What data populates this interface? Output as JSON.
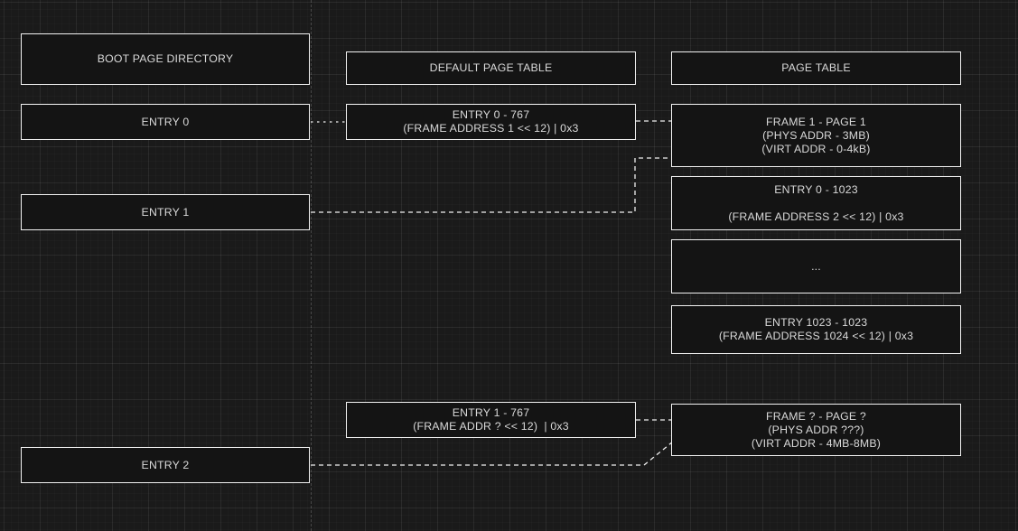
{
  "diagram": {
    "title_columns": [
      "BOOT PAGE DIRECTORY",
      "DEFAULT PAGE TABLE",
      "PAGE TABLE"
    ],
    "nodes": {
      "boot_page_directory": {
        "lines": [
          "BOOT PAGE DIRECTORY"
        ]
      },
      "entry_0": {
        "lines": [
          "ENTRY 0"
        ]
      },
      "entry_1": {
        "lines": [
          "ENTRY 1"
        ]
      },
      "entry_2": {
        "lines": [
          "ENTRY 2"
        ]
      },
      "default_page_table": {
        "lines": [
          "DEFAULT PAGE TABLE"
        ]
      },
      "default_entry_0_767": {
        "lines": [
          "ENTRY 0 - 767",
          "(FRAME ADDRESS 1 << 12) | 0x3"
        ]
      },
      "default_entry_1_767": {
        "lines": [
          "ENTRY 1 - 767",
          "(FRAME ADDR ? << 12)  | 0x3"
        ]
      },
      "page_table": {
        "lines": [
          "PAGE TABLE"
        ]
      },
      "frame_1_page_1": {
        "lines": [
          "FRAME 1 - PAGE 1",
          "(PHYS ADDR - 3MB)",
          "(VIRT ADDR - 0-4kB)"
        ]
      },
      "pt_entry_0_1023": {
        "lines": [
          "ENTRY 0 - 1023",
          "",
          "(FRAME ADDRESS 2 << 12) | 0x3"
        ]
      },
      "pt_ellipsis": {
        "lines": [
          "..."
        ]
      },
      "pt_entry_1023_1023": {
        "lines": [
          "ENTRY 1023 - 1023",
          "(FRAME ADDRESS 1024 << 12) | 0x3"
        ]
      },
      "frame_q_page_q": {
        "lines": [
          "FRAME ? - PAGE ?",
          "(PHYS ADDR ???)",
          "(VIRT ADDR - 4MB-8MB)"
        ]
      }
    },
    "colors": {
      "background": "#1a1a1a",
      "node_fill": "#141414",
      "node_border": "#f2f2f2",
      "text": "#d9d9d9",
      "connector": "#f0f0f0"
    }
  }
}
